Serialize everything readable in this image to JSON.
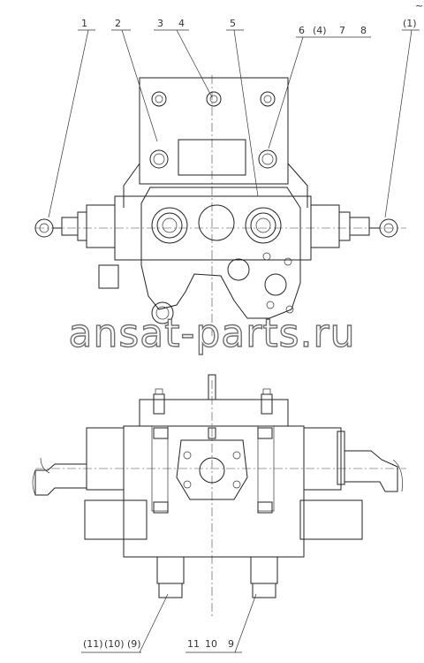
{
  "watermark": "ansat-parts.ru",
  "top_view": {
    "labels": [
      "1",
      "2",
      "3",
      "4",
      "5",
      "6",
      "(4)",
      "7",
      "8",
      "(1)"
    ]
  },
  "bottom_view": {
    "labels": [
      "(11)",
      "(10)",
      "(9)",
      "11",
      "10",
      "9"
    ]
  },
  "corner_mark": "~"
}
